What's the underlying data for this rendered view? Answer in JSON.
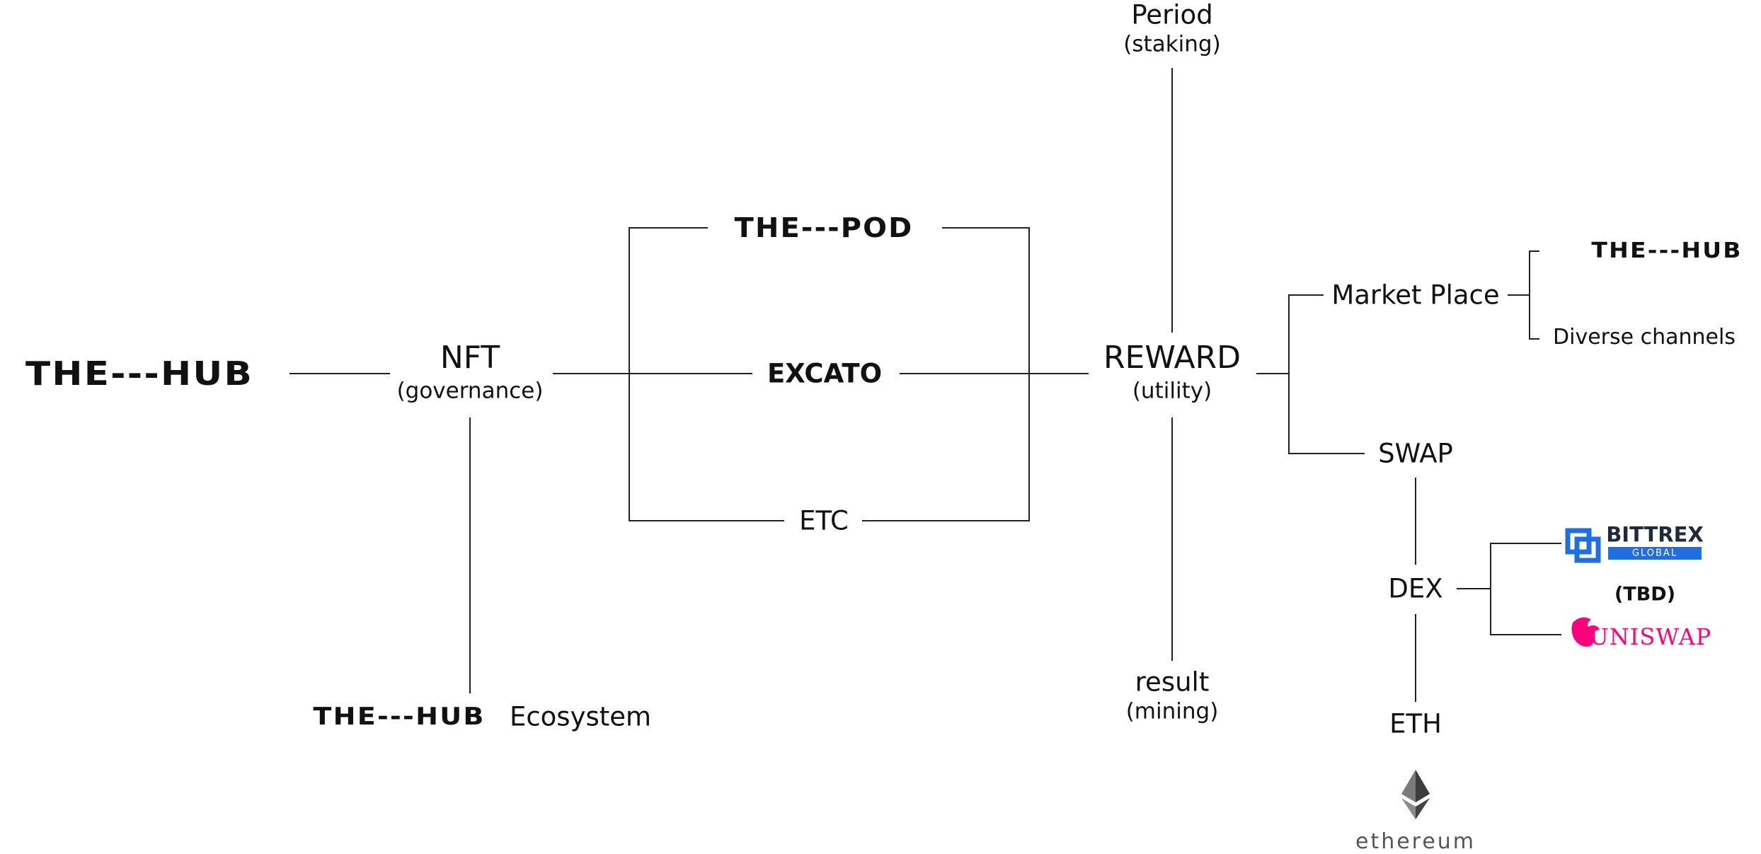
{
  "nodes": {
    "hub_main": "THE---HUB",
    "nft": "NFT",
    "nft_sub": "(governance)",
    "pod": "THE---POD",
    "excato": "EXCATO",
    "etc": "ETC",
    "hub_ecosystem_logo": "THE---HUB",
    "ecosystem": "Ecosystem",
    "period": "Period",
    "period_sub": "(staking)",
    "reward": "REWARD",
    "reward_sub": "(utility)",
    "result": "result",
    "result_sub": "(mining)",
    "market_place": "Market Place",
    "hub_market": "THE---HUB",
    "diverse_channels": "Diverse channels",
    "swap": "SWAP",
    "dex": "DEX",
    "eth": "ETH",
    "tbd": "(TBD)",
    "bittrex_logo": "BITTREX",
    "bittrex_logo_sub": "GLOBAL",
    "uniswap_logo": "UNISWAP",
    "ethereum_logo": "ethereum"
  },
  "colors": {
    "line": "#222222",
    "text": "#111111",
    "bittrex": "#1f6fe0",
    "uniswap": "#ff007a",
    "ethereum": "#555555"
  }
}
